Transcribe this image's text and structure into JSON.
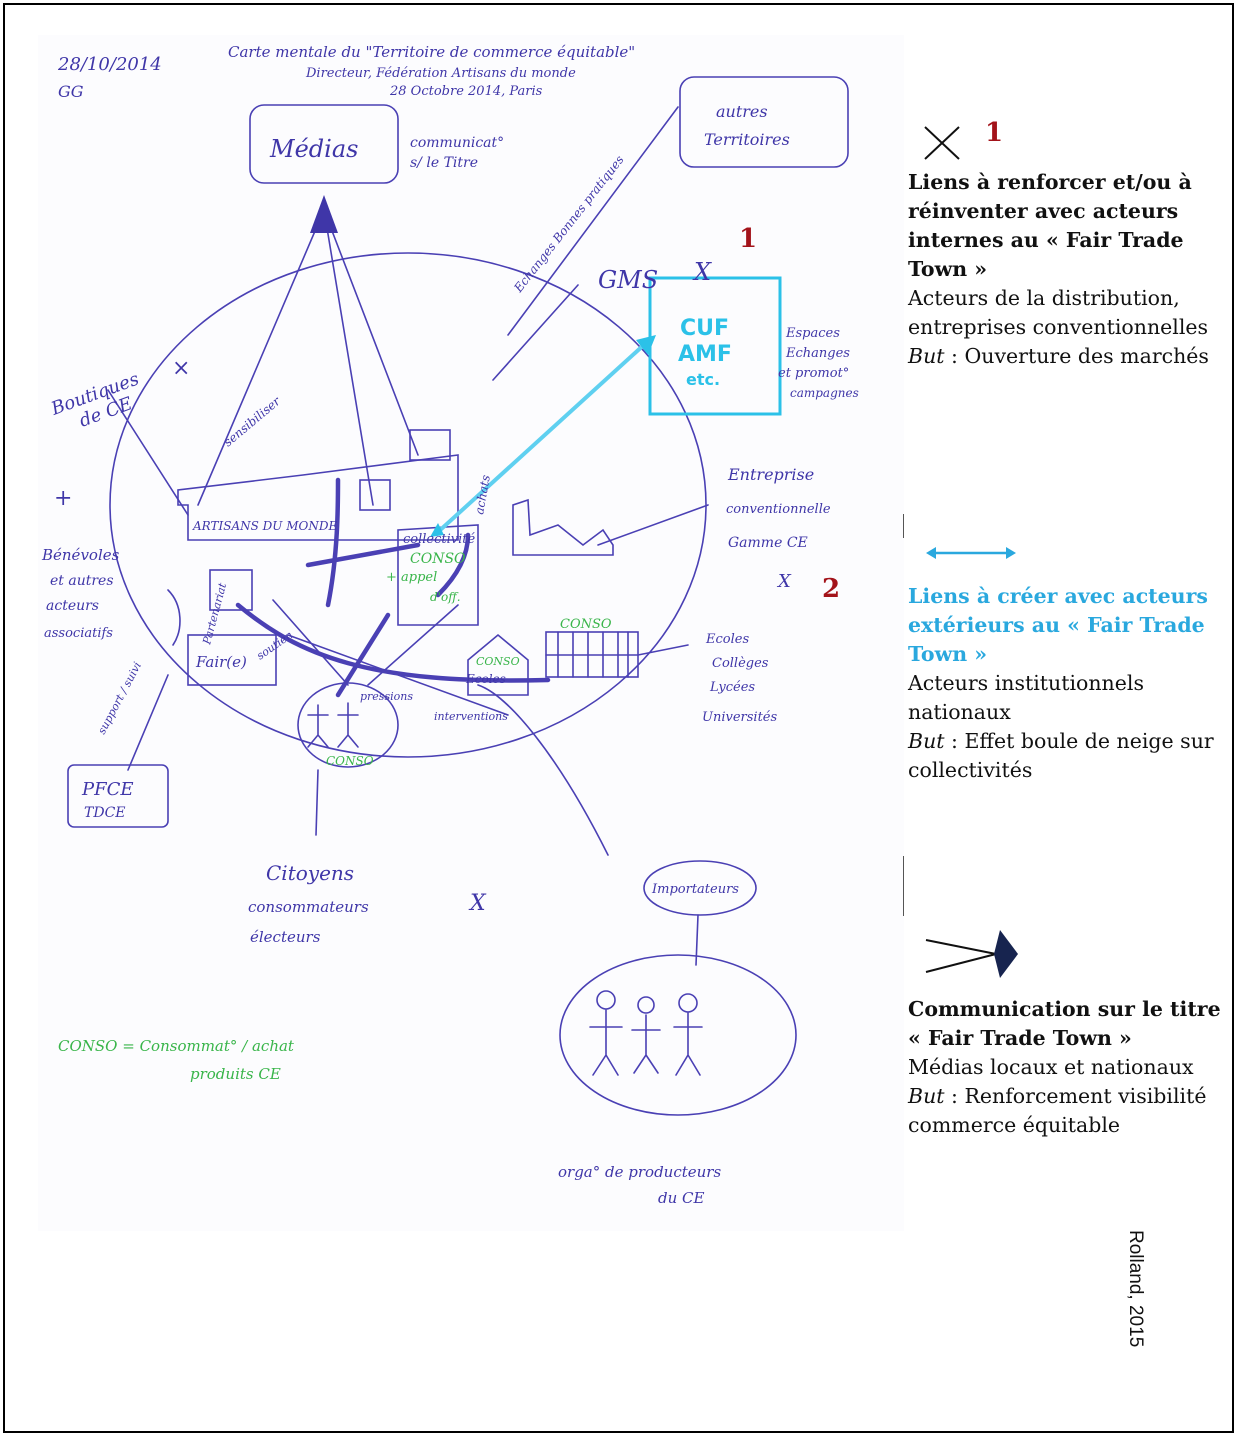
{
  "sketch": {
    "header_date": "28/10/2014",
    "header_initials": "GG",
    "header_title": "Carte mentale du \"Territoire de commerce équitable\"",
    "header_author": "Directeur, Fédération Artisans du monde",
    "header_place": "28 Octobre 2014, Paris",
    "node_medias": "Médias",
    "note_communication_1": "communicat°",
    "note_communication_2": "s/ le Titre",
    "node_autres_line1": "autres",
    "node_autres_line2": "Territoires",
    "note_echanges": "Echanges Bonnes pratiques",
    "node_gms": "GMS",
    "mark_x": "X",
    "node_cuf_1": "CUF",
    "node_cuf_2": "AMF",
    "node_cuf_3": "etc.",
    "note_espaces_1": "Espaces",
    "note_espaces_2": "Echanges",
    "note_espaces_3": "et promot°",
    "note_espaces_4": "campagnes",
    "note_boutiques_1": "Boutiques",
    "note_boutiques_2": "de CE",
    "note_benevoles_1": "Bénévoles",
    "note_benevoles_2": "et autres",
    "note_benevoles_3": "acteurs",
    "note_benevoles_4": "associatifs",
    "note_sensibiliser": "sensibiliser",
    "node_artisans": "ARTISANS DU MONDE",
    "node_collectivite": "collectivité",
    "green_conso_1": "CONSO",
    "green_conso_2": "+ appel",
    "green_conso_3": "d'off.",
    "note_achat": "achats",
    "note_entreprise_1": "Entreprise",
    "note_entreprise_2": "conventionnelle",
    "note_entreprise_3": "Gamme CE",
    "note_partenariat": "Partenariat",
    "node_fair": "Fair(e)",
    "note_soutien": "soutien",
    "green_conso_ecoles": "CONSO",
    "green_conso_school": "CONSO",
    "node_ecoles": "Ecoles",
    "note_ecoles_1": "Ecoles",
    "note_ecoles_2": "Collèges",
    "note_ecoles_3": "Lycées",
    "note_ecoles_4": "Universités",
    "note_pression": "pressions",
    "note_intervention": "interventions",
    "note_support": "support / suivi",
    "green_conso_citoyens": "CONSO",
    "node_pfce_1": "PFCE",
    "node_pfce_2": "TDCE",
    "note_citoyens_1": "Citoyens",
    "note_citoyens_2": "consommateurs",
    "note_citoyens_3": "électeurs",
    "node_importateurs": "Importateurs",
    "green_legend_1": "CONSO = Consommat° / achat",
    "green_legend_2": "produits CE",
    "note_producteurs_1": "orga° de producteurs",
    "note_producteurs_2": "du CE"
  },
  "numbers": {
    "sketch_one": "1",
    "sketch_two": "2",
    "legend_one": "1"
  },
  "legend": {
    "item1": {
      "title": "Liens à renforcer et/ou à réinventer avec acteurs internes au « Fair Trade Town »",
      "actors": "Acteurs de la distribution, entreprises conventionnelles",
      "goal_label": "But",
      "goal_text": " : Ouverture des marchés"
    },
    "item2": {
      "title": "Liens à créer avec acteurs extérieurs au « Fair Trade Town »",
      "actors": "Acteurs institutionnels nationaux",
      "goal_label": "But",
      "goal_text": " : Effet boule de neige sur collectivités"
    },
    "item3": {
      "title": "Communication sur le titre « Fair Trade Town »",
      "actors": "Médias locaux et nationaux",
      "goal_label": "But",
      "goal_text": " : Renforcement visibilité commerce équitable"
    }
  },
  "credit": "Rolland, 2015",
  "colors": {
    "ink": "#3f36a8",
    "green": "#39b54a",
    "cyan": "#2bc1e8",
    "red": "#a3131a",
    "navy": "#17244f"
  }
}
